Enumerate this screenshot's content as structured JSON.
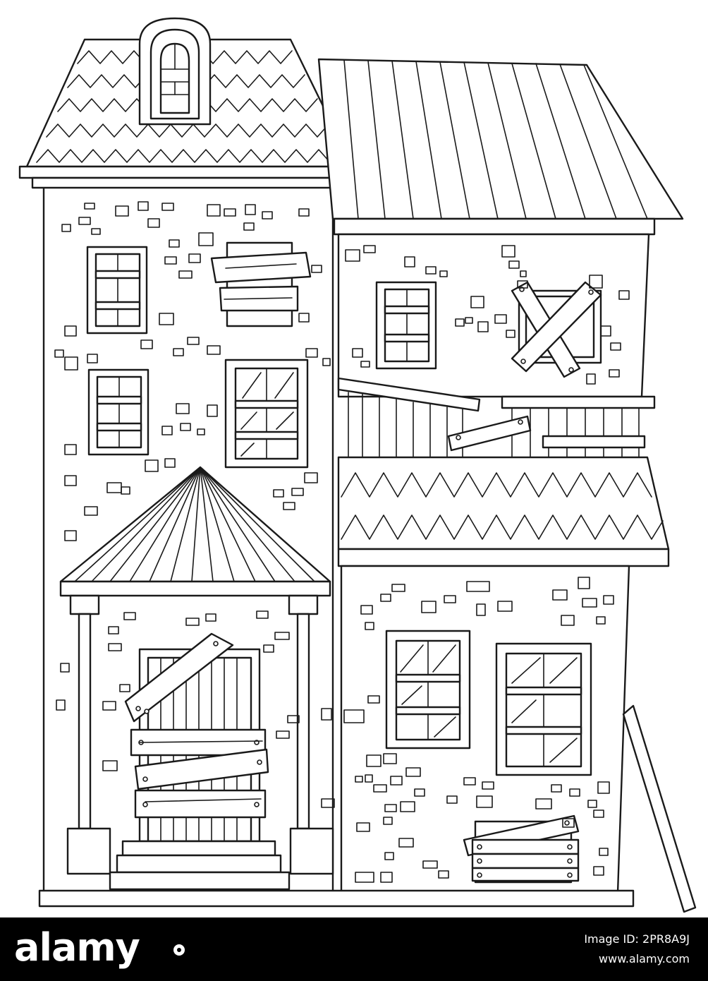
{
  "footer": {
    "brand": "alamy",
    "image_id_prefix": "Image ID: ",
    "image_id": "2PR8A9J",
    "website": "www.alamy.com"
  },
  "colors": {
    "line": "#1a1a1a",
    "paper": "#ffffff",
    "footer_bg": "#000000",
    "footer_text": "#ffffff"
  }
}
